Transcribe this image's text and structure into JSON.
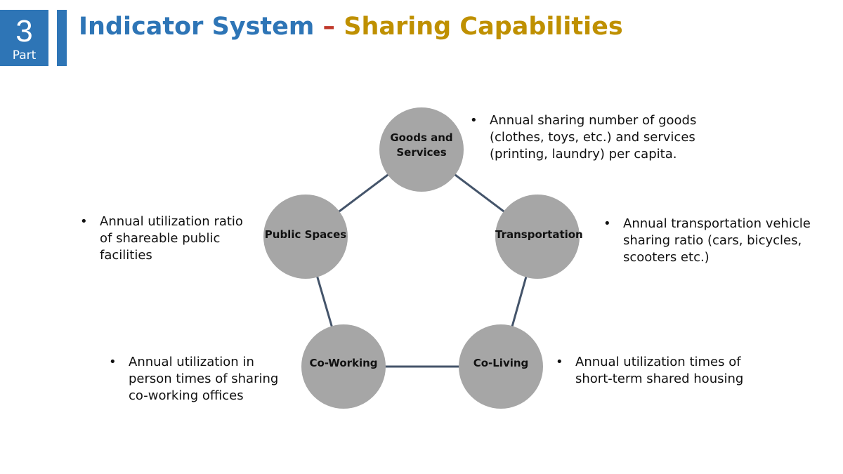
{
  "header": {
    "part_number": "3",
    "part_label": "Part",
    "title_main": "Indicator System",
    "title_separator": " – ",
    "title_sub": "Sharing Capabilities"
  },
  "colors": {
    "accent_blue": "#2e75b6",
    "accent_gold": "#bf9000",
    "accent_red": "#c0392b",
    "node_fill": "#a6a6a6",
    "edge": "#44546a"
  },
  "diagram": {
    "nodes": [
      {
        "id": "goods",
        "label_line1": "Goods and",
        "label_line2": "Services"
      },
      {
        "id": "transport",
        "label_line1": "Transportation"
      },
      {
        "id": "coliving",
        "label_line1": "Co-Living"
      },
      {
        "id": "coworking",
        "label_line1": "Co-Working"
      },
      {
        "id": "public",
        "label_line1": "Public Spaces"
      }
    ],
    "edges": [
      [
        "goods",
        "transport"
      ],
      [
        "transport",
        "coliving"
      ],
      [
        "coliving",
        "coworking"
      ],
      [
        "coworking",
        "public"
      ],
      [
        "public",
        "goods"
      ]
    ],
    "descriptions": {
      "goods": "Annual sharing number of goods (clothes, toys, etc.) and services (printing, laundry) per capita.",
      "transport": "Annual transportation vehicle sharing ratio (cars, bicycles, scooters etc.)",
      "coliving": "Annual utilization times of short-term shared housing",
      "coworking": "Annual utilization in person times of sharing co-working offices",
      "public": "Annual utilization ratio of shareable public facilities"
    }
  }
}
